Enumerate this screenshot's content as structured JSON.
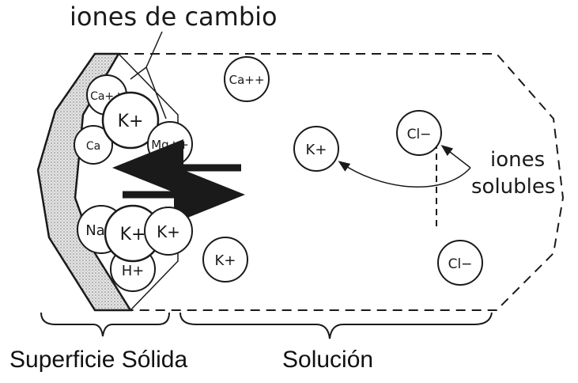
{
  "labels": {
    "exchange_ions": "iones de cambio",
    "soluble_ions_line1": "iones",
    "soluble_ions_line2": "solubles",
    "solid_surface": "Superficie Sólida",
    "solution": "Solución"
  },
  "ions": {
    "surface_top": "Ca++",
    "surface_k1": "K+",
    "surface_mg": "Mg++",
    "surface_ca2": "Ca",
    "surface_na": "Na+",
    "surface_k2": "K+",
    "surface_k3": "K+",
    "surface_h": "H+",
    "sol_ca": "Ca++",
    "sol_k1": "K+",
    "sol_k2": "K+",
    "sol_cl1": "Cl−",
    "sol_cl2": "Cl−"
  },
  "colors": {
    "ink": "#1a1a1a",
    "surface_fill": "#d9d9d9"
  }
}
